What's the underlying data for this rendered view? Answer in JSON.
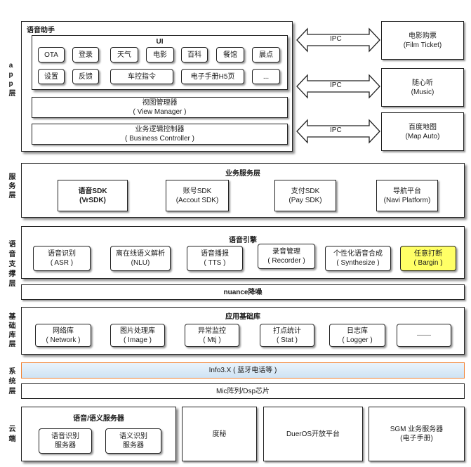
{
  "layers": {
    "app": "app层",
    "service": "服务层",
    "voice": "语音支撑层",
    "base": "基础库层",
    "system": "系统层",
    "cloud": "云端"
  },
  "app": {
    "title": "语音助手",
    "ui": {
      "title": "UI",
      "row1": [
        "OTA",
        "登录",
        "天气",
        "电影",
        "百科",
        "餐馆",
        "晨点"
      ],
      "row2": [
        "设置",
        "反馈",
        "车控指令",
        "电子手册H5页",
        "..."
      ]
    },
    "view_manager": {
      "zh": "视图管理器",
      "en": "( View Manager )"
    },
    "business_controller": {
      "zh": "业务逻辑控制器",
      "en": "( Business Controller )"
    },
    "ipc_label": "IPC",
    "external": [
      {
        "zh": "电影购票",
        "en": "(Film Ticket)"
      },
      {
        "zh": "随心听",
        "en": "(Music)"
      },
      {
        "zh": "百度地图",
        "en": "(Map Auto)"
      }
    ]
  },
  "service": {
    "title": "业务服务层",
    "items": [
      {
        "zh": "语音SDK",
        "en": "(VrSDK)"
      },
      {
        "zh": "账号SDK",
        "en": "(Accout SDK)"
      },
      {
        "zh": "支付SDK",
        "en": "(Pay SDK)"
      },
      {
        "zh": "导航平台",
        "en": "(Navi Platform)"
      }
    ]
  },
  "voice": {
    "title": "语音引擎",
    "items": [
      {
        "zh": "语音识别",
        "en": "( ASR )"
      },
      {
        "zh": "离在线语义解析",
        "en": "(NLU)"
      },
      {
        "zh": "语音播报",
        "en": "( TTS )"
      },
      {
        "zh": "录音管理",
        "en": "( Recorder )"
      },
      {
        "zh": "个性化语音合成",
        "en": "( Synthesize )"
      },
      {
        "zh": "任意打断",
        "en": "( Bargin )"
      }
    ],
    "nuance": "nuance降噪",
    "highlight_color": "#ffff66"
  },
  "base": {
    "title": "应用基础库",
    "items": [
      {
        "zh": "网络库",
        "en": "( Network )"
      },
      {
        "zh": "图片处理库",
        "en": "( Image )"
      },
      {
        "zh": "异常监控",
        "en": "( Mtj )"
      },
      {
        "zh": "打点统计",
        "en": "( Stat )"
      },
      {
        "zh": "日志库",
        "en": "( Logger )"
      },
      {
        "zh": "——",
        "en": ""
      }
    ]
  },
  "system": {
    "info": "Info3.X ( 蓝牙电话等 )",
    "mic": "Mic阵列/Dsp芯片",
    "info_border": "#f08030"
  },
  "cloud": {
    "voice_service": {
      "title": "语音/语义服务器",
      "items": [
        {
          "zh": "语音识别",
          "en": "服务器"
        },
        {
          "zh": "语义识别",
          "en": "服务器"
        }
      ]
    },
    "dumi": "度秘",
    "dueros": "DuerOS开放平台",
    "sgm": {
      "zh": "SGM 业务服务器",
      "en": "(电子手册)"
    }
  }
}
